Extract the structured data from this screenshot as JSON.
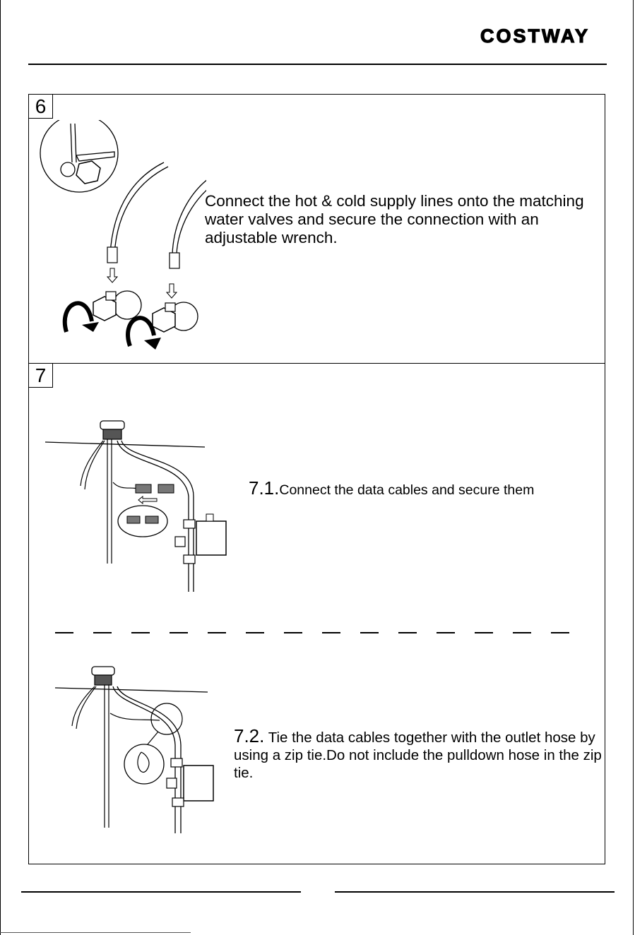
{
  "brand": {
    "logo_text": "COSTWAY"
  },
  "step6": {
    "number": "6",
    "instruction": "Connect the hot & cold supply lines onto the matching water valves and secure the connection with an adjustable wrench."
  },
  "step7": {
    "number": "7",
    "sub1": {
      "number": "7.1.",
      "text": "Connect the data cables and secure them"
    },
    "sub2": {
      "number": "7.2.",
      "text": "Tie the data cables together with the outlet hose by using a zip tie.Do not include the pulldown hose in the zip tie."
    }
  }
}
